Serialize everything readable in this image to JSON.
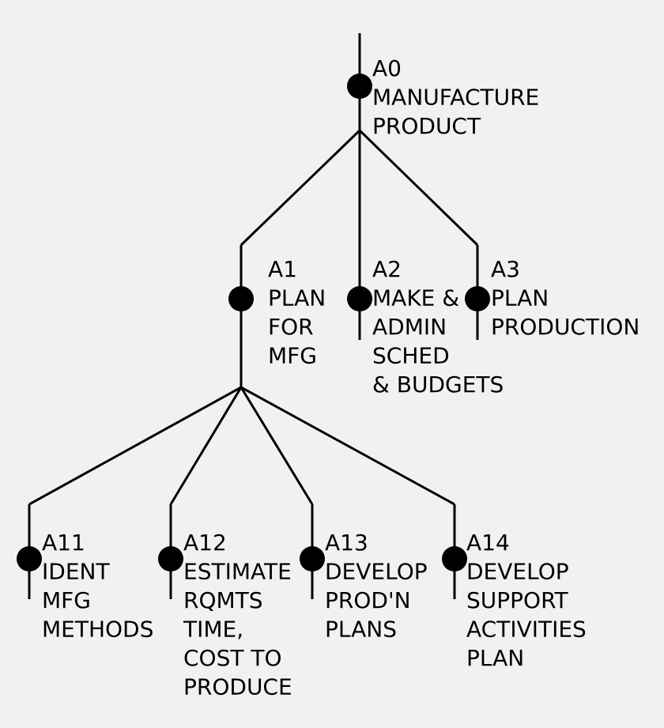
{
  "background_color": "#f1f1f1",
  "line_color": "#000000",
  "nodes": [
    {
      "id": "A0",
      "lines": [
        "A0",
        "MANUFACTURE",
        "PRODUCT"
      ]
    },
    {
      "id": "A1",
      "lines": [
        "A1",
        "PLAN",
        "FOR",
        "MFG"
      ]
    },
    {
      "id": "A2",
      "lines": [
        "A2",
        "MAKE &",
        "ADMIN",
        "SCHED",
        "& BUDGETS"
      ]
    },
    {
      "id": "A3",
      "lines": [
        "A3",
        "PLAN",
        "PRODUCTION"
      ]
    },
    {
      "id": "A11",
      "lines": [
        "A11",
        "IDENT",
        "MFG",
        "METHODS"
      ]
    },
    {
      "id": "A12",
      "lines": [
        "A12",
        "ESTIMATE",
        "RQMTS",
        "TIME,",
        "COST TO",
        "PRODUCE"
      ]
    },
    {
      "id": "A13",
      "lines": [
        "A13",
        "DEVELOP",
        "PROD'N",
        "PLANS"
      ]
    },
    {
      "id": "A14",
      "lines": [
        "A14",
        "DEVELOP",
        "SUPPORT",
        "ACTIVITIES",
        "PLAN"
      ]
    }
  ],
  "edges": [
    {
      "from": "A0",
      "to": "A1"
    },
    {
      "from": "A0",
      "to": "A2"
    },
    {
      "from": "A0",
      "to": "A3"
    },
    {
      "from": "A1",
      "to": "A11"
    },
    {
      "from": "A1",
      "to": "A12"
    },
    {
      "from": "A1",
      "to": "A13"
    },
    {
      "from": "A1",
      "to": "A14"
    }
  ]
}
